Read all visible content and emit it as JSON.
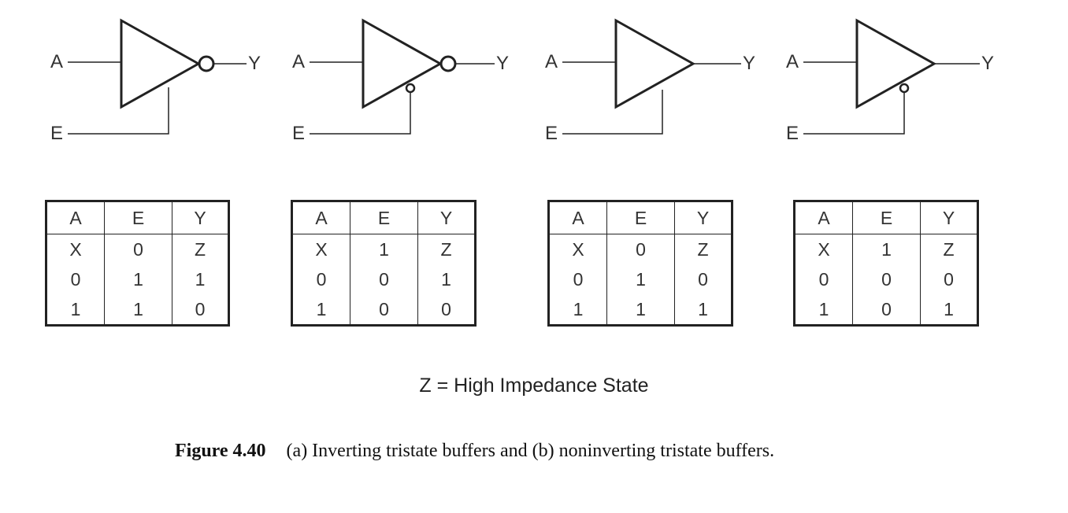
{
  "gates": [
    {
      "in_label": "A",
      "en_label": "E",
      "out_label": "Y",
      "output_bubble": true,
      "enable_bubble": false
    },
    {
      "in_label": "A",
      "en_label": "E",
      "out_label": "Y",
      "output_bubble": true,
      "enable_bubble": true
    },
    {
      "in_label": "A",
      "en_label": "E",
      "out_label": "Y",
      "output_bubble": false,
      "enable_bubble": false
    },
    {
      "in_label": "A",
      "en_label": "E",
      "out_label": "Y",
      "output_bubble": false,
      "enable_bubble": true
    }
  ],
  "truth_tables": [
    {
      "headers": [
        "A",
        "E",
        "Y"
      ],
      "rows": [
        [
          "X",
          "0",
          "Z"
        ],
        [
          "0",
          "1",
          "1"
        ],
        [
          "1",
          "1",
          "0"
        ]
      ]
    },
    {
      "headers": [
        "A",
        "E",
        "Y"
      ],
      "rows": [
        [
          "X",
          "1",
          "Z"
        ],
        [
          "0",
          "0",
          "1"
        ],
        [
          "1",
          "0",
          "0"
        ]
      ]
    },
    {
      "headers": [
        "A",
        "E",
        "Y"
      ],
      "rows": [
        [
          "X",
          "0",
          "Z"
        ],
        [
          "0",
          "1",
          "0"
        ],
        [
          "1",
          "1",
          "1"
        ]
      ]
    },
    {
      "headers": [
        "A",
        "E",
        "Y"
      ],
      "rows": [
        [
          "X",
          "1",
          "Z"
        ],
        [
          "0",
          "0",
          "0"
        ],
        [
          "1",
          "0",
          "1"
        ]
      ]
    }
  ],
  "note": "Z = High Impedance State",
  "caption": {
    "figure": "Figure 4.40",
    "text": "(a) Inverting tristate buffers and (b) noninverting tristate buffers."
  }
}
